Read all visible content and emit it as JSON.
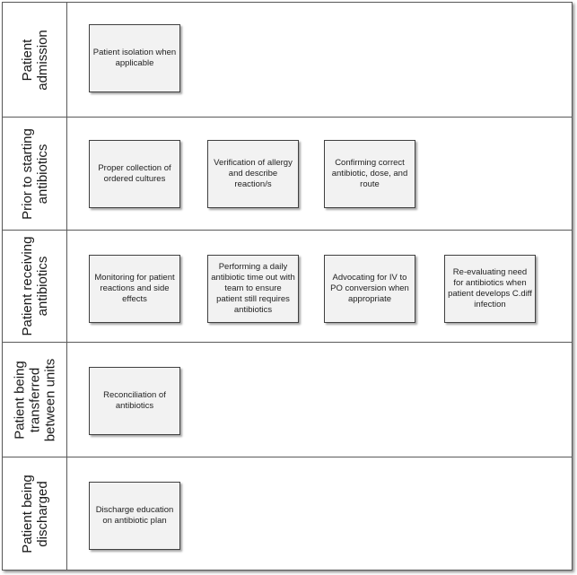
{
  "lanes": [
    {
      "title": "Patient\nadmission",
      "steps": [
        "Patient isolation when applicable"
      ]
    },
    {
      "title": "Prior to starting\nantibiotics",
      "steps": [
        "Proper collection of ordered cultures",
        "Verification of allergy and describe reaction/s",
        "Confirming correct antibiotic, dose, and route"
      ]
    },
    {
      "title": "Patient receiving\nantibiotics",
      "steps": [
        "Monitoring for patient reactions and side effects",
        "Performing a daily antibiotic time out with team  to ensure patient still requires antibiotics",
        "Advocating for IV to PO conversion when appropriate",
        "Re-evaluating need for antibiotics when patient develops C.diff infection"
      ]
    },
    {
      "title": "Patient being\ntransferred\nbetween units",
      "steps": [
        "Reconciliation of antibiotics"
      ]
    },
    {
      "title": "Patient being\ndischarged",
      "steps": [
        "Discharge education on antibiotic plan"
      ]
    }
  ]
}
